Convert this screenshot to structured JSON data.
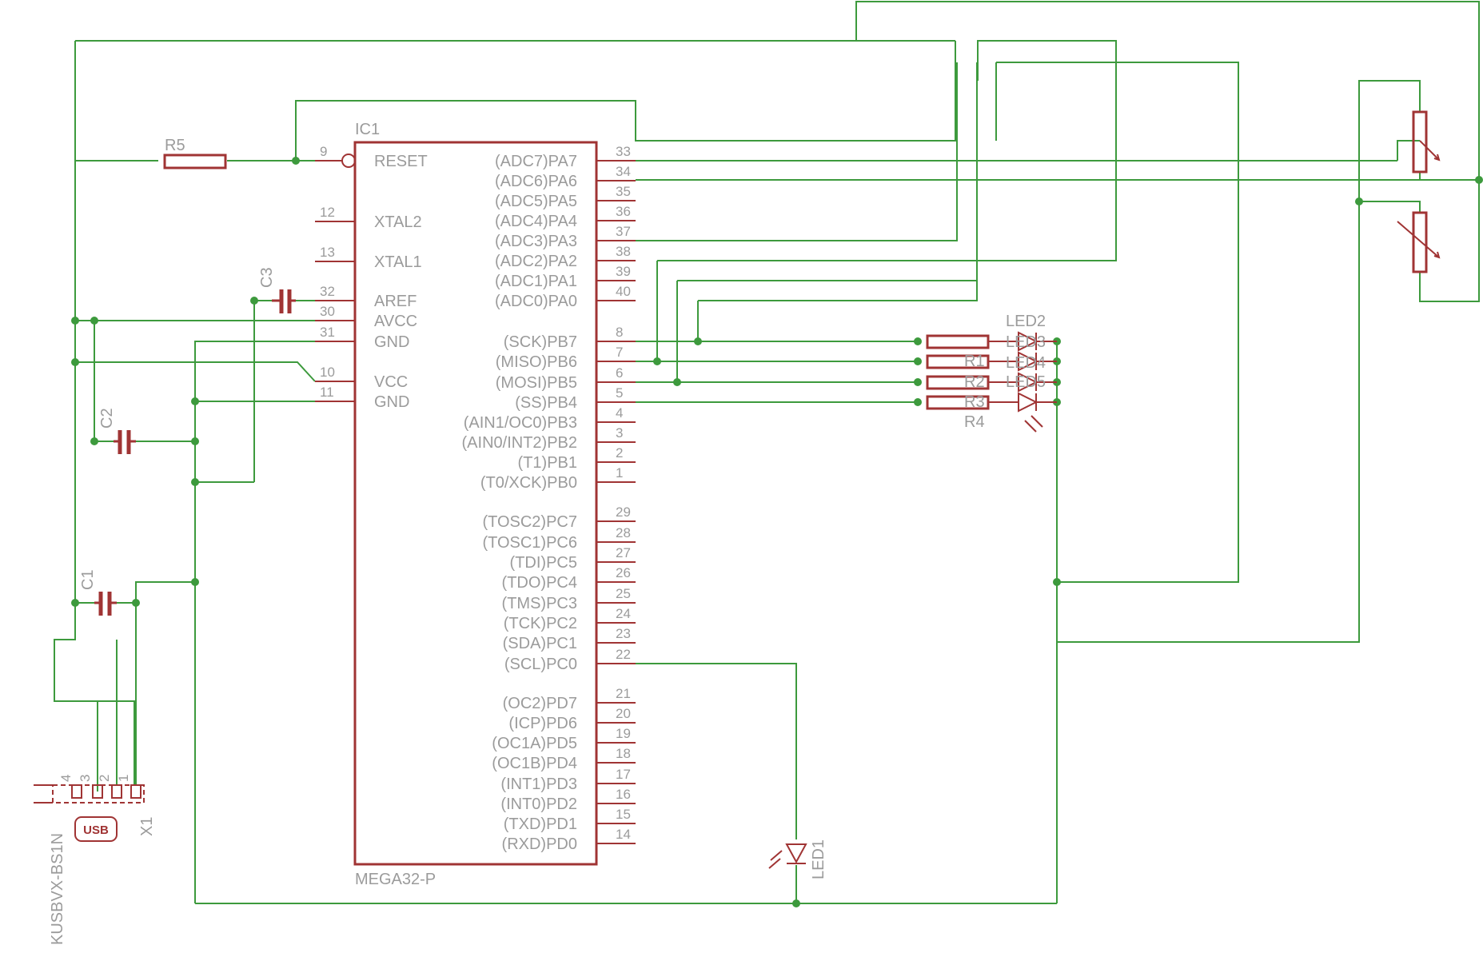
{
  "ic1": {
    "name": "IC1",
    "value": "MEGA32-P",
    "left_pins": [
      {
        "num": "9",
        "name": "RESET"
      },
      {
        "num": "12",
        "name": "XTAL2"
      },
      {
        "num": "13",
        "name": "XTAL1"
      },
      {
        "num": "32",
        "name": "AREF"
      },
      {
        "num": "30",
        "name": "AVCC"
      },
      {
        "num": "31",
        "name": "GND"
      },
      {
        "num": "10",
        "name": "VCC"
      },
      {
        "num": "11",
        "name": "GND"
      }
    ],
    "right_pins": [
      {
        "num": "33",
        "name": "(ADC7)PA7"
      },
      {
        "num": "34",
        "name": "(ADC6)PA6"
      },
      {
        "num": "35",
        "name": "(ADC5)PA5"
      },
      {
        "num": "36",
        "name": "(ADC4)PA4"
      },
      {
        "num": "37",
        "name": "(ADC3)PA3"
      },
      {
        "num": "38",
        "name": "(ADC2)PA2"
      },
      {
        "num": "39",
        "name": "(ADC1)PA1"
      },
      {
        "num": "40",
        "name": "(ADC0)PA0"
      },
      {
        "num": "8",
        "name": "(SCK)PB7"
      },
      {
        "num": "7",
        "name": "(MISO)PB6"
      },
      {
        "num": "6",
        "name": "(MOSI)PB5"
      },
      {
        "num": "5",
        "name": "(SS)PB4"
      },
      {
        "num": "4",
        "name": "(AIN1/OC0)PB3"
      },
      {
        "num": "3",
        "name": "(AIN0/INT2)PB2"
      },
      {
        "num": "2",
        "name": "(T1)PB1"
      },
      {
        "num": "1",
        "name": "(T0/XCK)PB0"
      },
      {
        "num": "29",
        "name": "(TOSC2)PC7"
      },
      {
        "num": "28",
        "name": "(TOSC1)PC6"
      },
      {
        "num": "27",
        "name": "(TDI)PC5"
      },
      {
        "num": "26",
        "name": "(TDO)PC4"
      },
      {
        "num": "25",
        "name": "(TMS)PC3"
      },
      {
        "num": "24",
        "name": "(TCK)PC2"
      },
      {
        "num": "23",
        "name": "(SDA)PC1"
      },
      {
        "num": "22",
        "name": "(SCL)PC0"
      },
      {
        "num": "21",
        "name": "(OC2)PD7"
      },
      {
        "num": "20",
        "name": "(ICP)PD6"
      },
      {
        "num": "19",
        "name": "(OC1A)PD5"
      },
      {
        "num": "18",
        "name": "(OC1B)PD4"
      },
      {
        "num": "17",
        "name": "(INT1)PD3"
      },
      {
        "num": "16",
        "name": "(INT0)PD2"
      },
      {
        "num": "15",
        "name": "(TXD)PD1"
      },
      {
        "num": "14",
        "name": "(RXD)PD0"
      }
    ]
  },
  "parts": {
    "r5": "R5",
    "c1": "C1",
    "c2": "C2",
    "c3": "C3",
    "r1": "R1",
    "r2": "R2",
    "r3": "R3",
    "r4": "R4",
    "led1": "LED1",
    "led2": "LED2",
    "led3": "LED3",
    "led4": "LED4",
    "led5": "LED5"
  },
  "usb": {
    "name": "X1",
    "value": "KUSBVX-BS1N",
    "badge": "USB",
    "pins": [
      "4",
      "3",
      "2",
      "1"
    ]
  },
  "colors": {
    "wire": "#3d9a3d",
    "symbol": "#a03434",
    "text": "#9b9b9b"
  }
}
